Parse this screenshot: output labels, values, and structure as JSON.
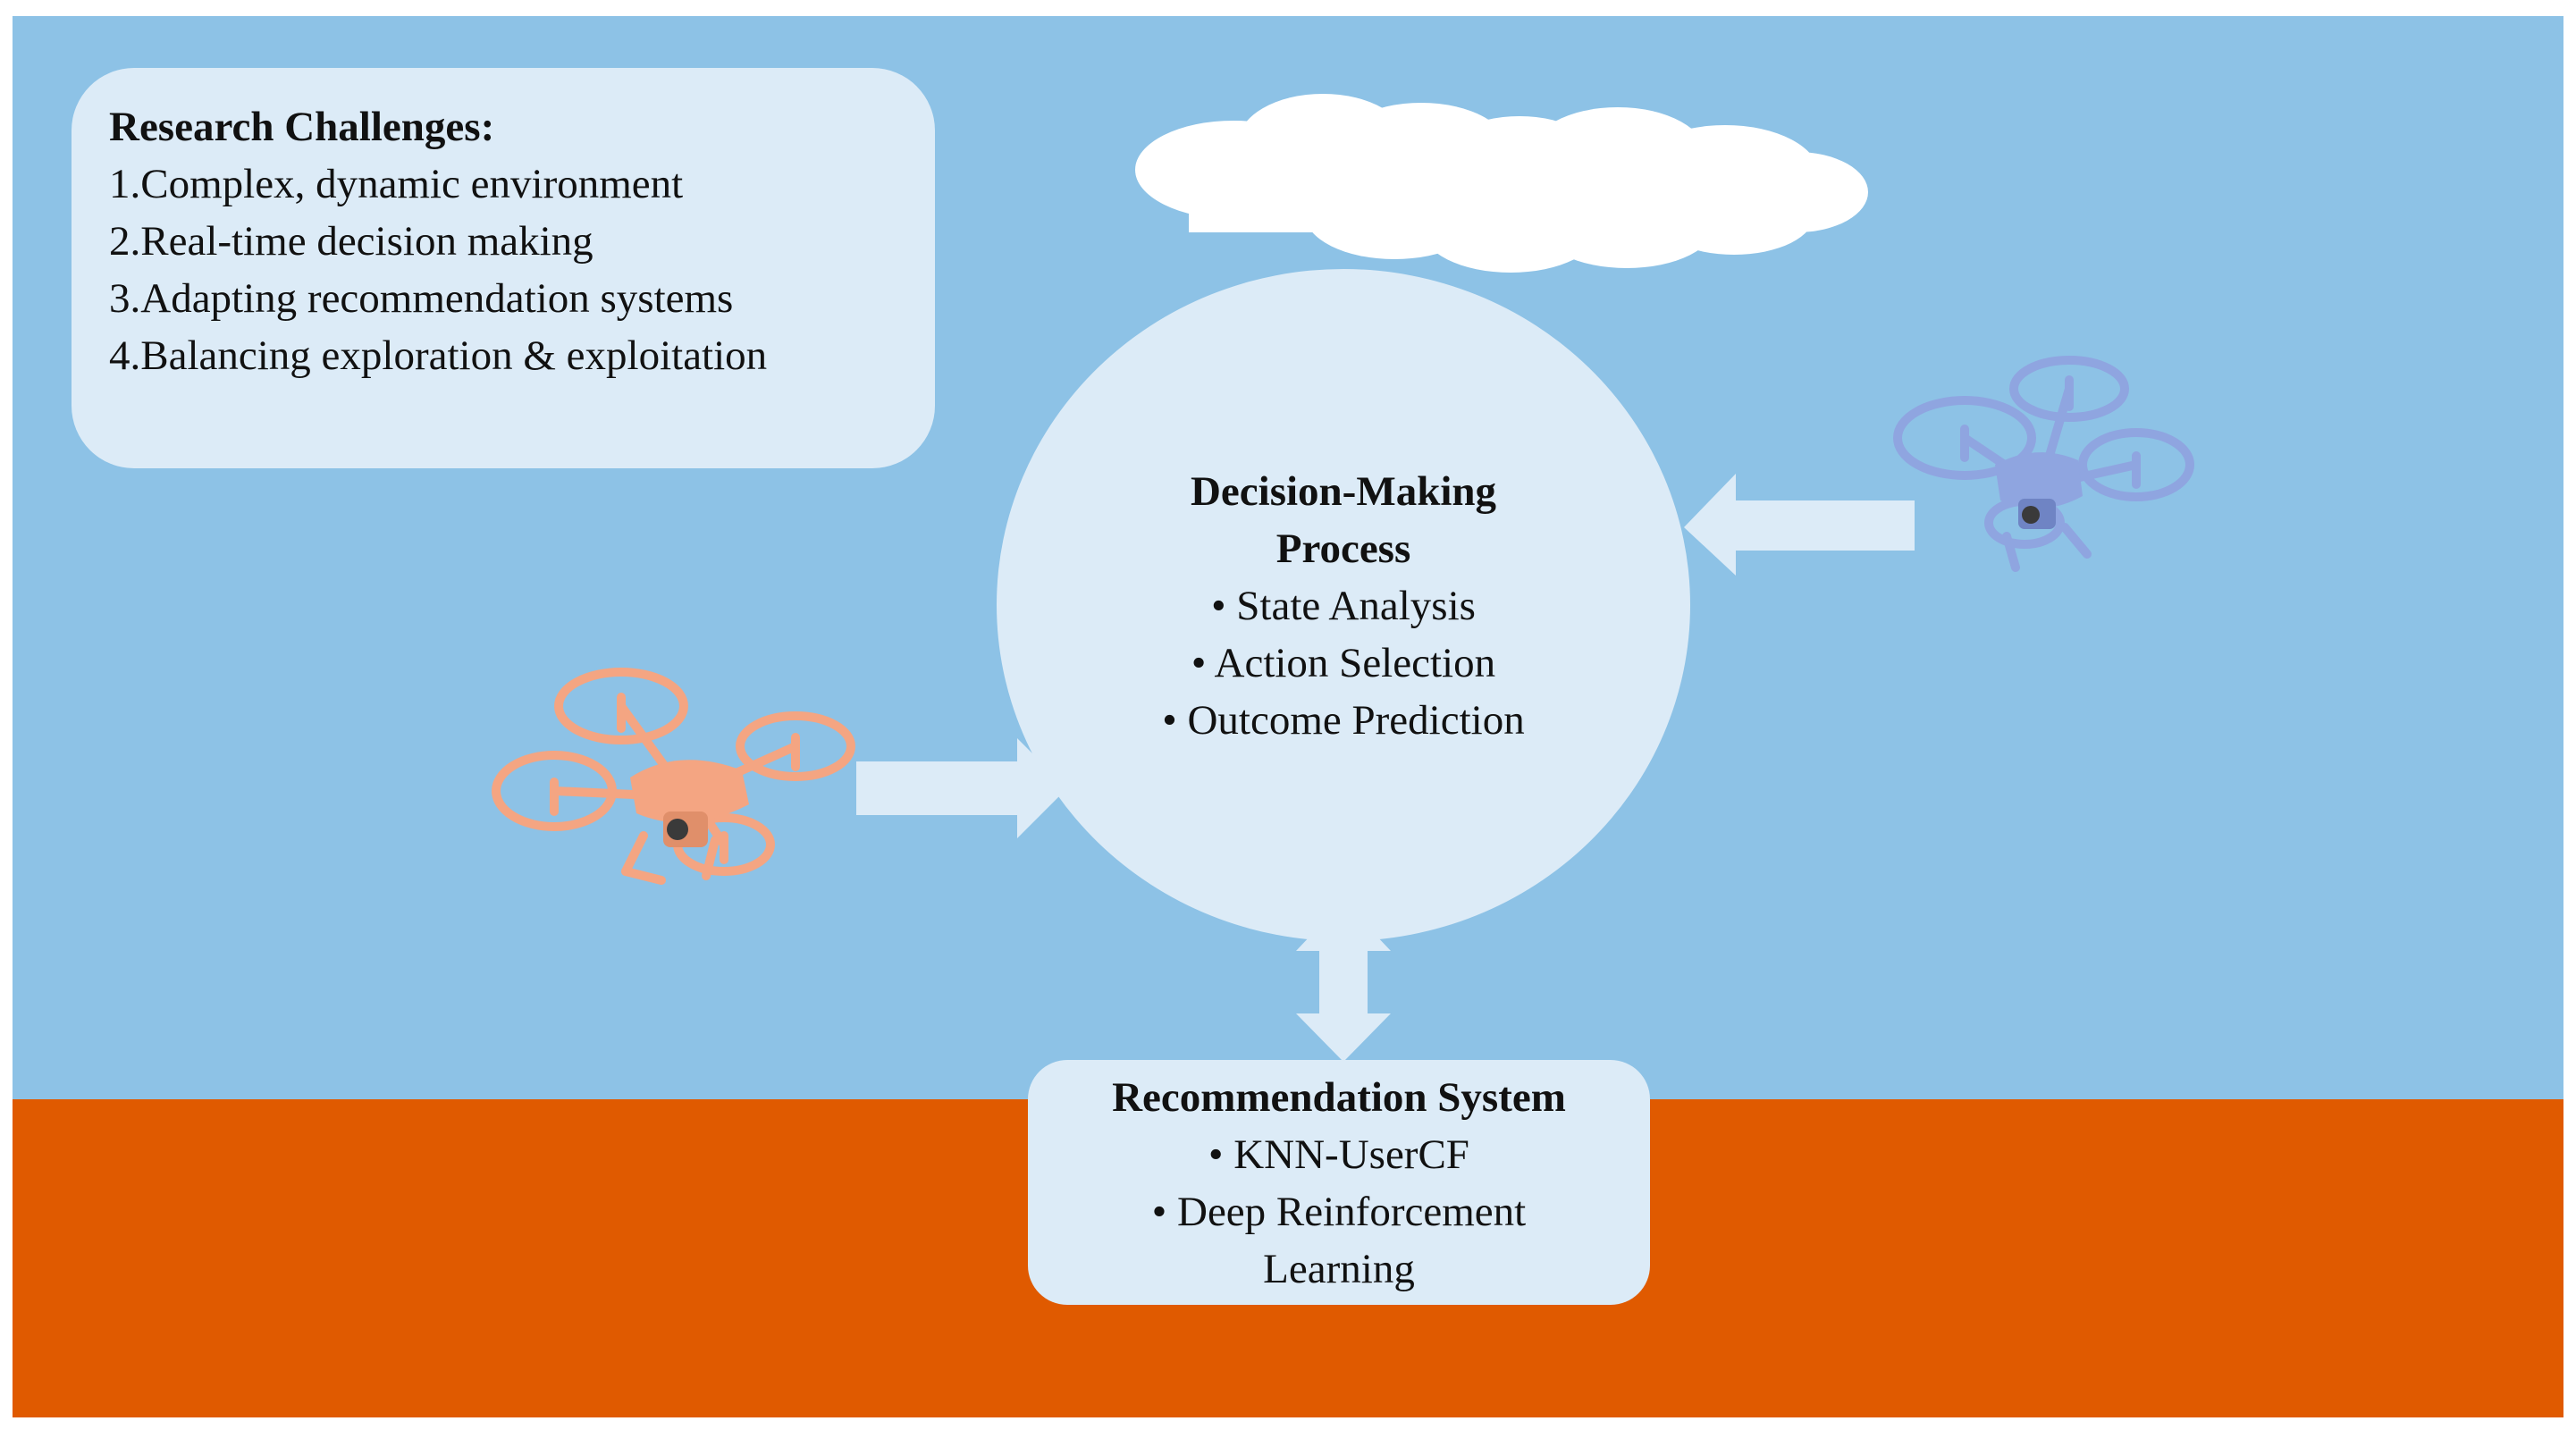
{
  "colors": {
    "sky": "#8dc2e6",
    "ground": "#e05a00",
    "panel_fill": "#dcebf7",
    "cloud": "#ffffff",
    "arrow": "#dcebf7",
    "drone_left": "#f4a582",
    "drone_right": "#8fa5e0",
    "text": "#111111"
  },
  "challenges": {
    "title": "Research Challenges:",
    "items": [
      "1.Complex, dynamic environment",
      "2.Real-time decision making",
      "3.Adapting recommendation systems",
      "4.Balancing exploration & exploitation"
    ]
  },
  "decision": {
    "title_line1": "Decision-Making",
    "title_line2": "Process",
    "items": [
      "• State Analysis",
      "• Action Selection",
      "• Outcome Prediction"
    ]
  },
  "recommendation": {
    "title": "Recommendation System",
    "items": [
      "• KNN-UserCF",
      "• Deep Reinforcement",
      "Learning"
    ]
  },
  "icons": {
    "left_drone": "quadcopter-drone-icon",
    "right_drone": "quadcopter-drone-icon",
    "cloud": "cloud-icon"
  }
}
